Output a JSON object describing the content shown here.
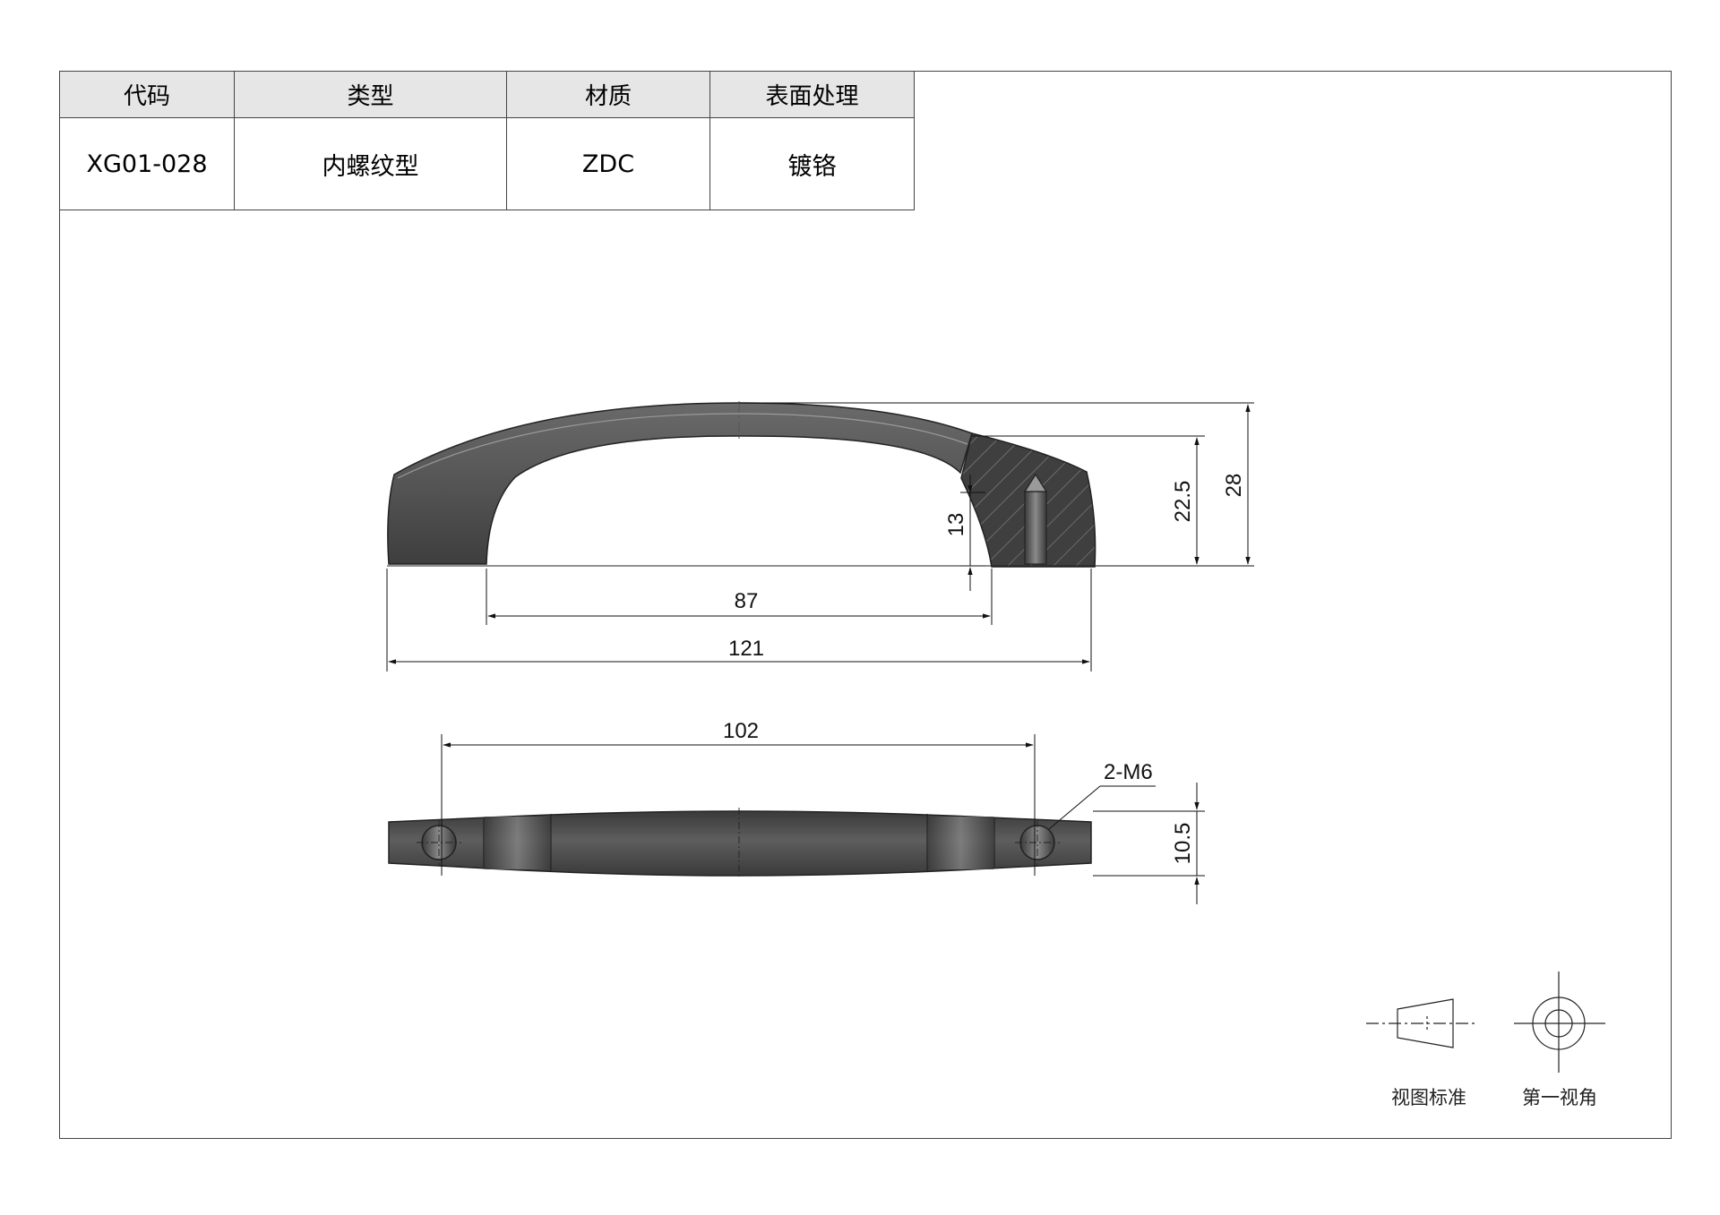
{
  "spec_table": {
    "headers": [
      "代码",
      "类型",
      "材质",
      "表面处理"
    ],
    "values": [
      "XG01-028",
      "内螺纹型",
      "ZDC",
      "镀铬"
    ]
  },
  "front_view": {
    "dim_inner_span": "87",
    "dim_overall_length": "121",
    "dim_thread_depth": "13",
    "dim_inner_height": "22.5",
    "dim_overall_height": "28"
  },
  "top_view": {
    "dim_hole_spacing": "102",
    "dim_width": "10.5",
    "thread_callout": "2-M6"
  },
  "projection": {
    "view_standard_label": "视图标准",
    "first_angle_label": "第一视角"
  },
  "colors": {
    "part_fill": "#585858",
    "part_dark": "#3c3c3c",
    "section_fill": "#3f3f3f",
    "line": "#222222",
    "header_bg": "#e6e6e6"
  }
}
